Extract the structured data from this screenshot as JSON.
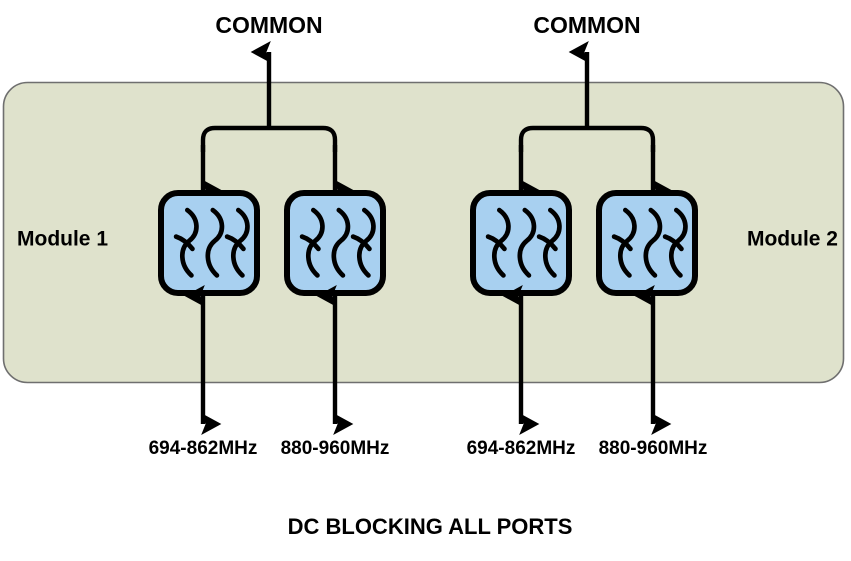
{
  "diagram": {
    "title": "DC BLOCKING ALL PORTS",
    "caption": "DC BLOCKING ALL PORTS",
    "panel_color": "#dfe2cc",
    "panel_border_color": "#6f6f6f",
    "filter_fill_color": "#a8d0f0",
    "line_color": "#000000",
    "background_color": "#ffffff"
  },
  "modules": [
    {
      "label": "Module 1",
      "common_label": "COMMON",
      "filters": [
        {
          "port_label": "694-862MHz",
          "icon": "filter-squiggle-icon"
        },
        {
          "port_label": "880-960MHz",
          "icon": "filter-squiggle-icon"
        }
      ]
    },
    {
      "label": "Module 2",
      "common_label": "COMMON",
      "filters": [
        {
          "port_label": "694-862MHz",
          "icon": "filter-squiggle-icon"
        },
        {
          "port_label": "880-960MHz",
          "icon": "filter-squiggle-icon"
        }
      ]
    }
  ],
  "labels": {
    "common_left": "COMMON",
    "common_right": "COMMON",
    "module_left": "Module 1",
    "module_right": "Module 2",
    "freq_1": "694-862MHz",
    "freq_2": "880-960MHz",
    "freq_3": "694-862MHz",
    "freq_4": "880-960MHz",
    "caption": "DC BLOCKING ALL PORTS"
  }
}
